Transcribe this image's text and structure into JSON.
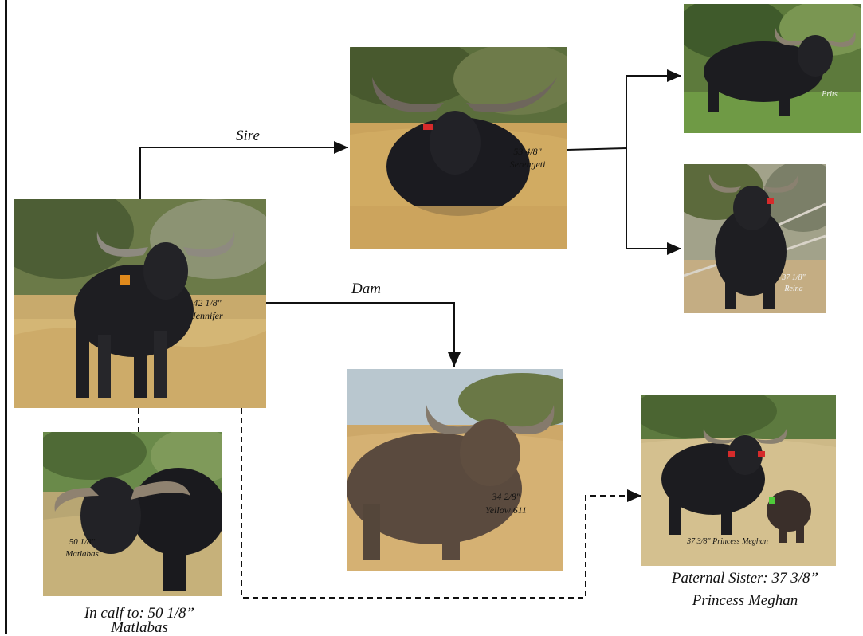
{
  "edges": {
    "sire_label": "Sire",
    "dam_label": "Dam"
  },
  "nodes": {
    "jennifer": {
      "measure": "42 1/8\"",
      "name": "Jennifer"
    },
    "serengeti": {
      "measure": "53 4/8\"",
      "name": "Serengeti"
    },
    "yellow611": {
      "measure": "34 2/8\"",
      "name": "Yellow 611"
    },
    "brits": {
      "name": "Brits"
    },
    "reina": {
      "measure": "37 1/8\"",
      "name": "Reina"
    },
    "matlabas": {
      "measure": "50 1/8\"",
      "name": "Matlabas"
    },
    "princess_meghan": {
      "measure": "37 3/8\"",
      "name": "Princess Meghan"
    }
  },
  "captions": {
    "calf_line1": "In calf to: 50 1/8”",
    "calf_line2": "Matlabas",
    "sister_line1": "Paternal Sister: 37 3/8”",
    "sister_line2": "Princess Meghan"
  },
  "colors": {
    "grass": "#c9a866",
    "bush": "#556b3a",
    "buffalo": "#1e1e22",
    "line": "#111111"
  }
}
